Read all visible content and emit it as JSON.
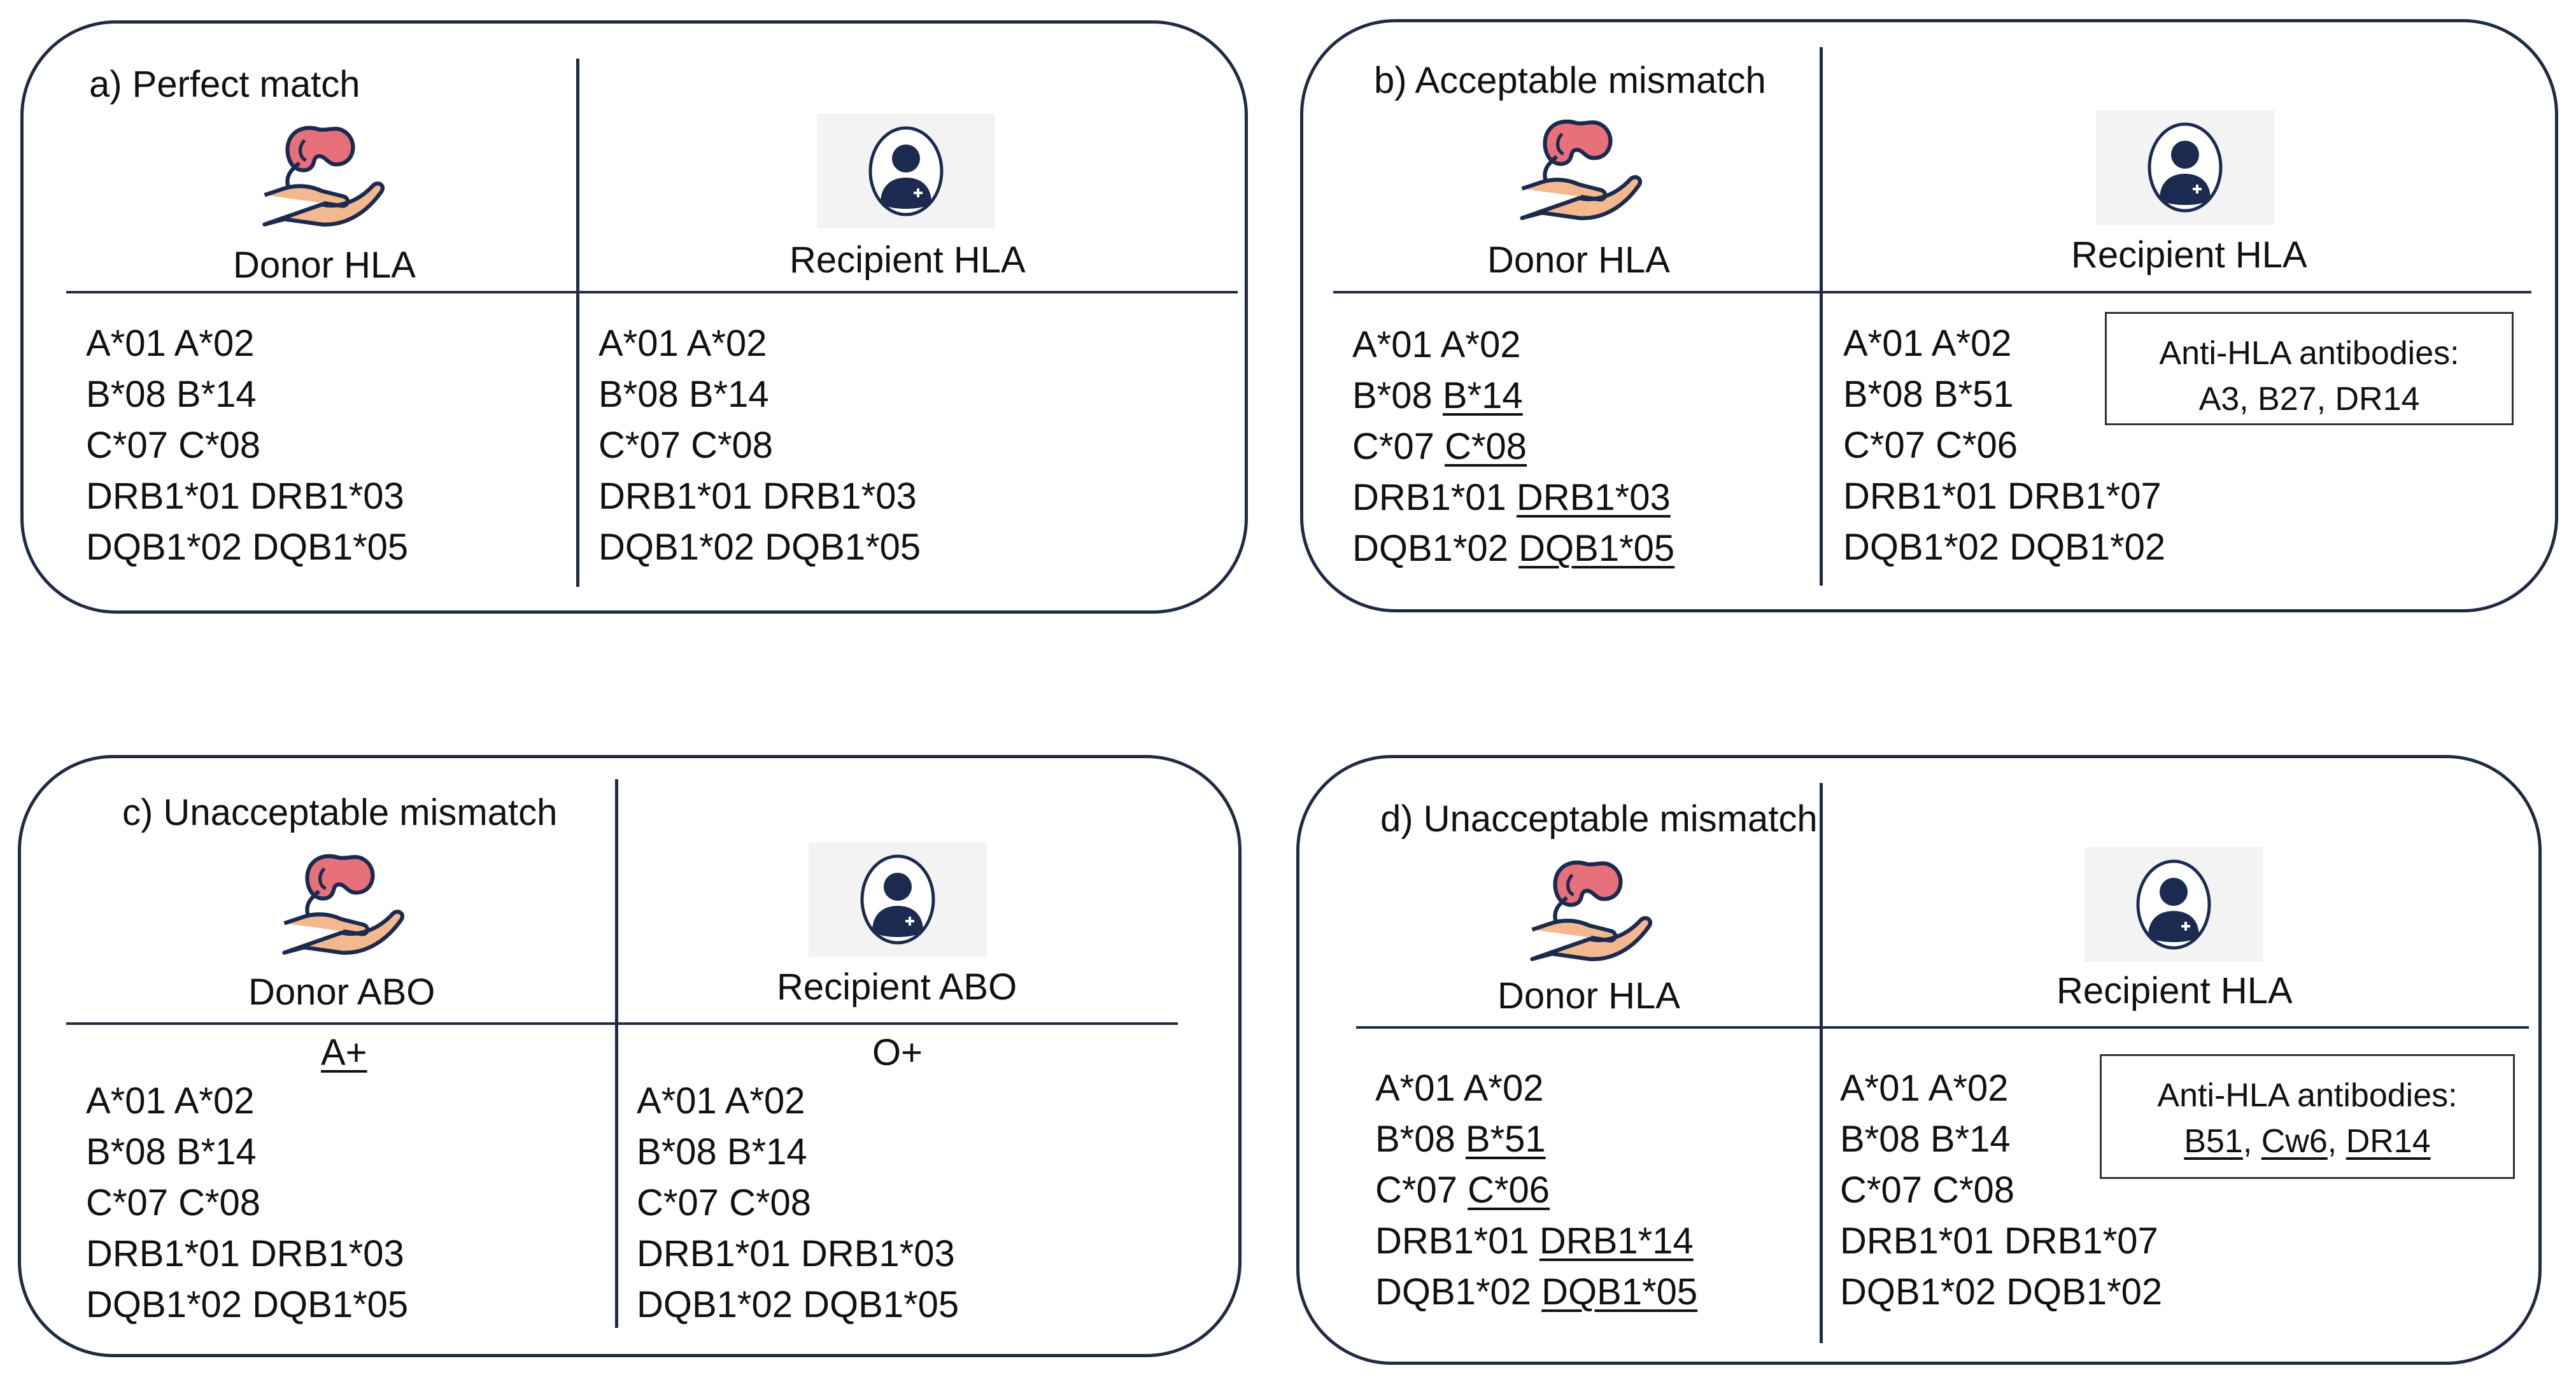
{
  "panels": {
    "a": {
      "title": "a)  Perfect match",
      "donor_label": "Donor HLA",
      "recipient_label": "Recipient HLA",
      "donor_rows": [
        [
          {
            "t": "A*01 A*02"
          }
        ],
        [
          {
            "t": "B*08 B*14"
          }
        ],
        [
          {
            "t": "C*07 C*08"
          }
        ],
        [
          {
            "t": "DRB1*01 DRB1*03"
          }
        ],
        [
          {
            "t": "DQB1*02 DQB1*05"
          }
        ]
      ],
      "recipient_rows": [
        [
          {
            "t": "A*01 A*02"
          }
        ],
        [
          {
            "t": "B*08 B*14"
          }
        ],
        [
          {
            "t": "C*07 C*08"
          }
        ],
        [
          {
            "t": "DRB1*01 DRB1*03"
          }
        ],
        [
          {
            "t": "DQB1*02 DQB1*05"
          }
        ]
      ]
    },
    "b": {
      "title": "b) Acceptable mismatch",
      "donor_label": "Donor HLA",
      "recipient_label": "Recipient HLA",
      "antibody_title": "Anti-HLA antibodies:",
      "antibody_list": [
        {
          "t": "A3, B27, DR14"
        }
      ],
      "donor_rows": [
        [
          {
            "t": "A*01 A*02"
          }
        ],
        [
          {
            "t": "B*08 "
          },
          {
            "t": "B*14",
            "u": true
          }
        ],
        [
          {
            "t": "C*07 "
          },
          {
            "t": "C*08",
            "u": true
          }
        ],
        [
          {
            "t": "DRB1*01 "
          },
          {
            "t": "DRB1*03",
            "u": true
          }
        ],
        [
          {
            "t": "DQB1*02 "
          },
          {
            "t": "DQB1*05",
            "u": true
          }
        ]
      ],
      "recipient_rows": [
        [
          {
            "t": "A*01 A*02"
          }
        ],
        [
          {
            "t": "B*08 B*51"
          }
        ],
        [
          {
            "t": "C*07 C*06"
          }
        ],
        [
          {
            "t": "DRB1*01 DRB1*07"
          }
        ],
        [
          {
            "t": "DQB1*02 DQB1*02"
          }
        ]
      ]
    },
    "c": {
      "title": "c) Unacceptable mismatch",
      "donor_label": "Donor ABO",
      "recipient_label": "Recipient ABO",
      "donor_abo": "A+",
      "recipient_abo": "O+",
      "donor_rows": [
        [
          {
            "t": "A*01 A*02"
          }
        ],
        [
          {
            "t": "B*08 B*14"
          }
        ],
        [
          {
            "t": "C*07 C*08"
          }
        ],
        [
          {
            "t": "DRB1*01 DRB1*03"
          }
        ],
        [
          {
            "t": "DQB1*02 DQB1*05"
          }
        ]
      ],
      "recipient_rows": [
        [
          {
            "t": "A*01 A*02"
          }
        ],
        [
          {
            "t": "B*08 B*14"
          }
        ],
        [
          {
            "t": "C*07 C*08"
          }
        ],
        [
          {
            "t": "DRB1*01 DRB1*03"
          }
        ],
        [
          {
            "t": "DQB1*02 DQB1*05"
          }
        ]
      ]
    },
    "d": {
      "title": "d) Unacceptable mismatch",
      "donor_label": "Donor HLA",
      "recipient_label": "Recipient HLA",
      "antibody_title": "Anti-HLA antibodies:",
      "antibody_list": [
        {
          "t": "B51",
          "u": true
        },
        {
          "t": ", "
        },
        {
          "t": "Cw6",
          "u": true
        },
        {
          "t": ", "
        },
        {
          "t": "DR14",
          "u": true
        }
      ],
      "donor_rows": [
        [
          {
            "t": "A*01 A*02"
          }
        ],
        [
          {
            "t": "B*08 "
          },
          {
            "t": "B*51",
            "u": true
          }
        ],
        [
          {
            "t": "C*07 "
          },
          {
            "t": "C*06",
            "u": true
          }
        ],
        [
          {
            "t": "DRB1*01 "
          },
          {
            "t": "DRB1*14",
            "u": true
          }
        ],
        [
          {
            "t": "DQB1*02 "
          },
          {
            "t": "DQB1*05",
            "u": true
          }
        ]
      ],
      "recipient_rows": [
        [
          {
            "t": "A*01 A*02"
          }
        ],
        [
          {
            "t": "B*08 B*14"
          }
        ],
        [
          {
            "t": "C*07 C*08"
          }
        ],
        [
          {
            "t": "DRB1*01 DRB1*07"
          }
        ],
        [
          {
            "t": "DQB1*02 DQB1*02"
          }
        ]
      ]
    }
  },
  "icons": {
    "donor": "kidney-in-hand-icon",
    "recipient": "patient-avatar-icon"
  },
  "colors": {
    "border": "#1f2a44",
    "kidney": "#e8707a",
    "hand": "#f4b88f",
    "avatar": "#1b2b4f"
  }
}
